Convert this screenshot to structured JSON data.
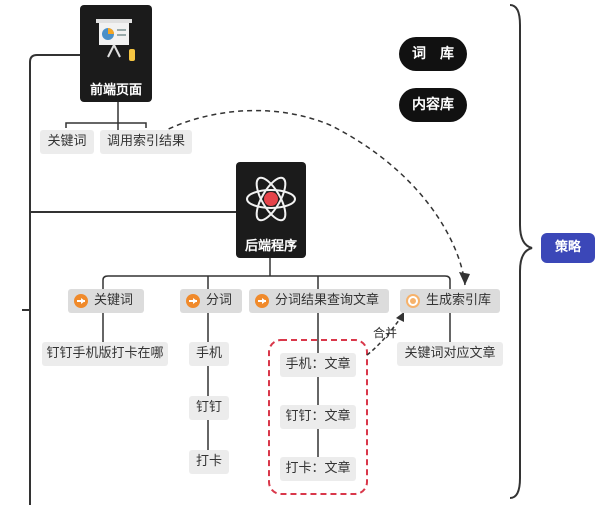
{
  "frontend": {
    "title": "前端页面",
    "icon": "presentation-icon"
  },
  "frontend_children": [
    "关键词",
    "调用索引结果"
  ],
  "backend": {
    "title": "后端程序",
    "icon": "atom-icon"
  },
  "pills": [
    "词　库",
    "内容库"
  ],
  "strategy": "策略",
  "steps": [
    {
      "label": "关键词",
      "icon": "arrow-circle-icon"
    },
    {
      "label": "分词",
      "icon": "arrow-circle-icon"
    },
    {
      "label": "分词结果查询文章",
      "icon": "arrow-circle-icon"
    },
    {
      "label": "生成索引库",
      "icon": "ring-circle-icon"
    }
  ],
  "step_children": {
    "keyword": "钉钉手机版打卡在哪",
    "segments": [
      "手机",
      "钉钉",
      "打卡"
    ],
    "queries": [
      "手机：文章",
      "钉钉：文章",
      "打卡：文章"
    ],
    "index": "关键词对应文章"
  },
  "merge_label": "合并",
  "colors": {
    "dark": "#1b1b1b",
    "strategy": "#3b47b8",
    "dashed": "#d9374a",
    "icon": "#f08a2b"
  }
}
